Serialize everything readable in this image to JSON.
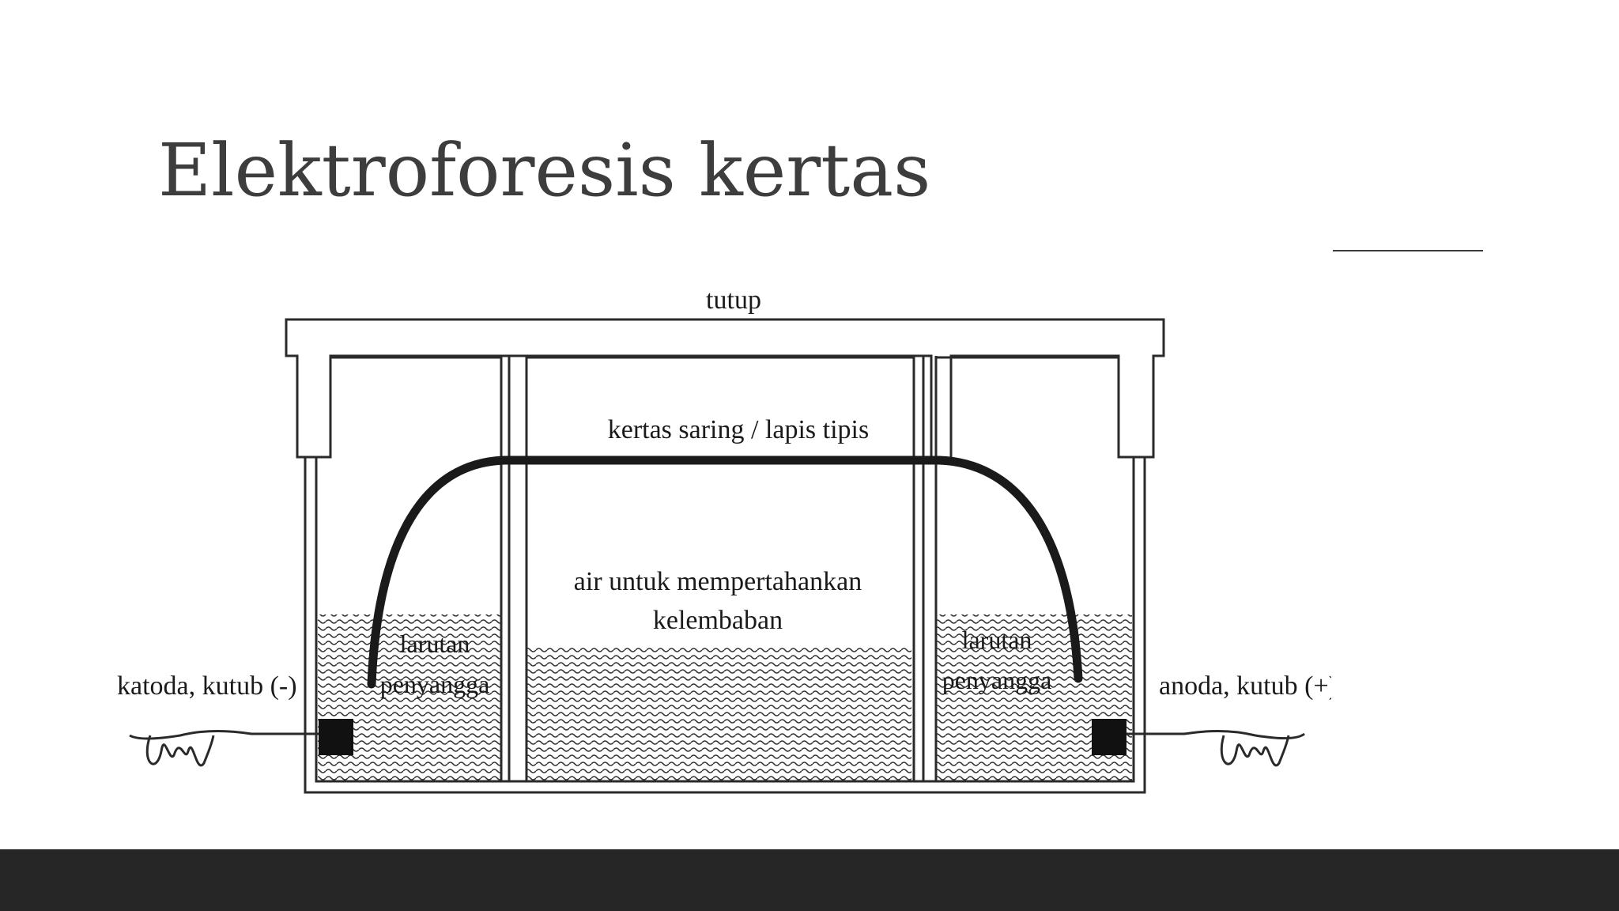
{
  "slide": {
    "title": "Elektroforesis kertas"
  },
  "diagram": {
    "labels": {
      "lid": "tutup",
      "paper": "kertas saring / lapis tipis",
      "water_line1": "air untuk mempertahankan",
      "water_line2": "kelembaban",
      "buffer_left_line1": "larutan",
      "buffer_left_line2": "penyangga",
      "buffer_right_line1": "larutan",
      "buffer_right_line2": "penyangga",
      "cathode": "katoda, kutub (-)",
      "anode": "anoda, kutub (+)"
    }
  },
  "colors": {
    "title": "#3d3d3d",
    "footer": "#262626",
    "ink": "#1a1a1a"
  }
}
